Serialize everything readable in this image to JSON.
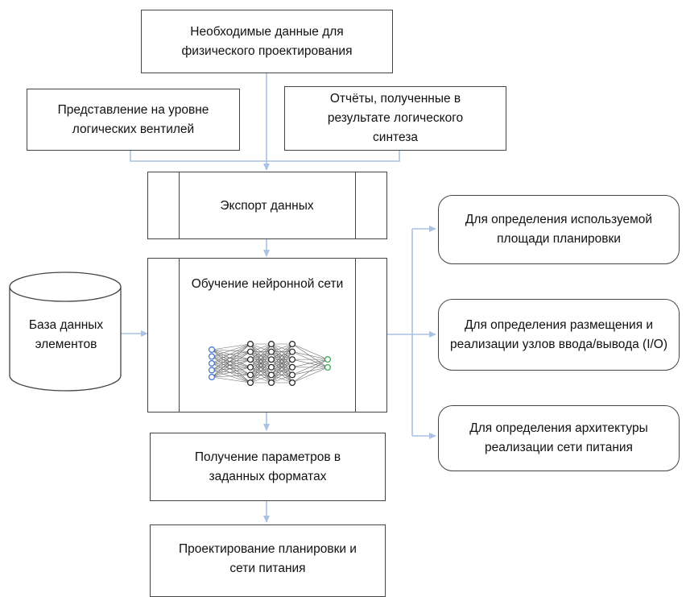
{
  "boxes": {
    "required_data": "Необходимые данные для физического проектирования",
    "gate_level": "Представление на уровне логических вентилей",
    "synthesis_reports": "Отчёты, полученные в результате логического синтеза",
    "data_export": "Экспорт данных",
    "nn_training": "Обучение нейронной сети",
    "element_db": "База данных элементов",
    "params_formats": "Получение параметров в заданных форматах",
    "floorplan_design": "Проектирование планировки и сети питания",
    "area_usage": "Для определения используемой площади планировки",
    "io_placement": "Для определения размещения и реализации узлов ввода/вывода (I/O)",
    "power_arch": "Для определения архитектуры реализации сети питания"
  },
  "colors": {
    "arrow": "#a9c1e3",
    "border": "#444444",
    "nn_input": "#3b6fd1",
    "nn_output": "#2fa84f",
    "nn_hidden": "#222222"
  },
  "neural_net": {
    "layers": [
      5,
      6,
      6,
      6,
      2
    ]
  }
}
